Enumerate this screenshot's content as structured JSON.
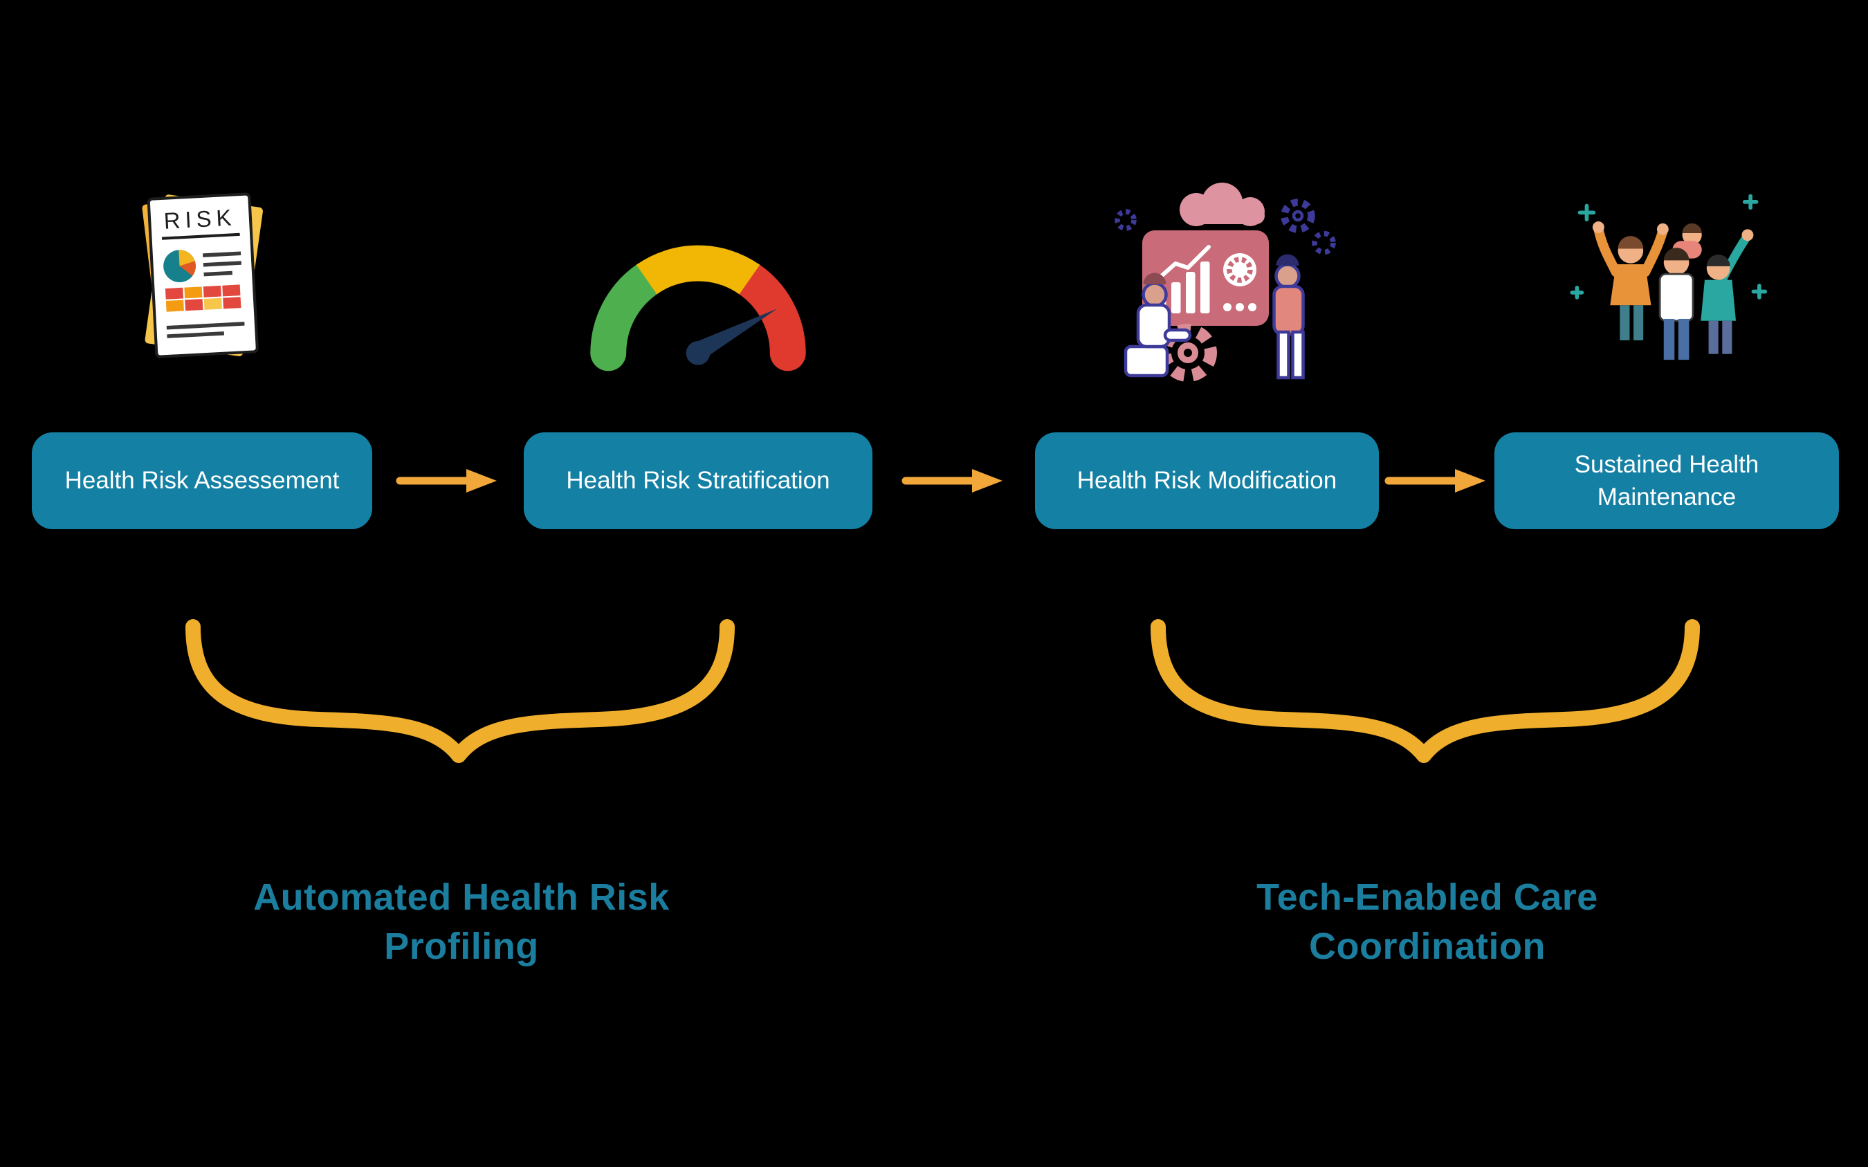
{
  "steps": [
    {
      "label": "Health Risk Assessement"
    },
    {
      "label": "Health Risk Stratification"
    },
    {
      "label": "Health Risk Modification"
    },
    {
      "label": "Sustained Health Maintenance"
    }
  ],
  "groups": [
    {
      "label": "Automated Health Risk Profiling"
    },
    {
      "label": "Tech-Enabled Care Coordination"
    }
  ],
  "icons": {
    "assessment": {
      "name": "risk-report-icon",
      "document_title": "RISK"
    },
    "stratification": {
      "name": "risk-gauge-icon"
    },
    "modification": {
      "name": "care-team-technology-icon"
    },
    "maintenance": {
      "name": "happy-family-icon"
    }
  },
  "colors": {
    "background": "#000000",
    "box_fill": "#1480A3",
    "box_text": "#FFFFFF",
    "arrow": "#F2A73B",
    "brace": "#EFAE2C",
    "group_label": "#1B7E9E",
    "gauge_green": "#4DAF4E",
    "gauge_yellow": "#F2B705",
    "gauge_red": "#E03A2F",
    "gauge_needle": "#1D3557"
  }
}
